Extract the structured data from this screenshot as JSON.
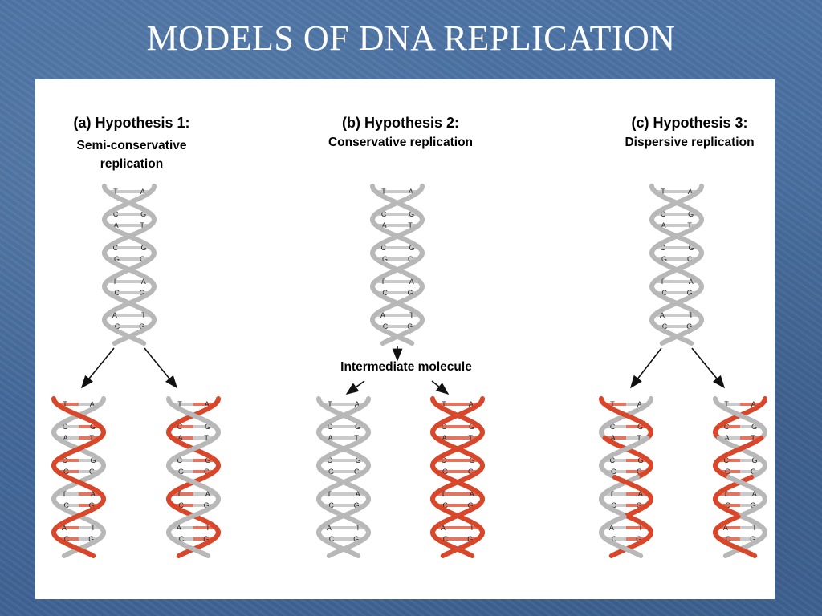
{
  "slide": {
    "title": "MODELS OF DNA REPLICATION"
  },
  "hypotheses": [
    {
      "heading": "(a) Hypothesis 1:",
      "subtitle": "Semi-conservative replication"
    },
    {
      "heading": "(b) Hypothesis 2:",
      "subtitle": "Conservative replication"
    },
    {
      "heading": "(c) Hypothesis 3:",
      "subtitle": "Dispersive replication"
    }
  ],
  "intermediate_label": "Intermediate molecule",
  "base_pairs": [
    [
      "T",
      "A"
    ],
    [
      "G",
      "C"
    ],
    [
      "C",
      "G"
    ],
    [
      "A",
      "T"
    ],
    [
      "A",
      "T"
    ],
    [
      "C",
      "G"
    ],
    [
      "G",
      "C"
    ],
    [
      "A",
      "T"
    ],
    [
      "T",
      "A"
    ],
    [
      "C",
      "G"
    ],
    [
      "T",
      "A"
    ],
    [
      "A",
      "T"
    ],
    [
      "C",
      "G"
    ],
    [
      "A",
      "T"
    ]
  ],
  "colors": {
    "background": "#4a6fa0",
    "parent_strand": "#b8b8b8",
    "new_strand": "#d9472b",
    "panel": "#ffffff"
  }
}
